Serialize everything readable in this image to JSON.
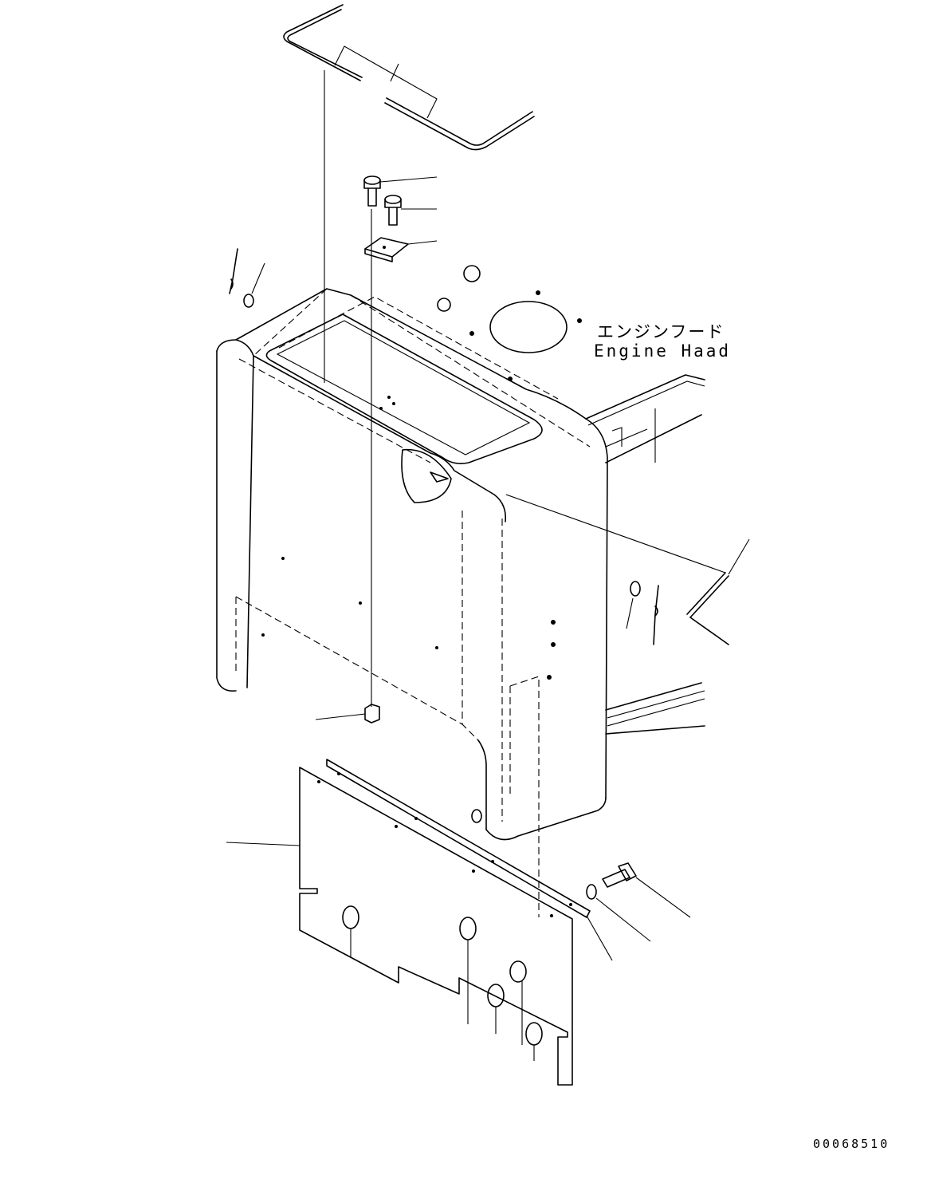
{
  "labels": {
    "part_name_jp": "エンジンフード",
    "part_name_en": "Engine Haad"
  },
  "drawing_number": "00068510",
  "colors": {
    "line": "#000000",
    "background": "#ffffff"
  }
}
